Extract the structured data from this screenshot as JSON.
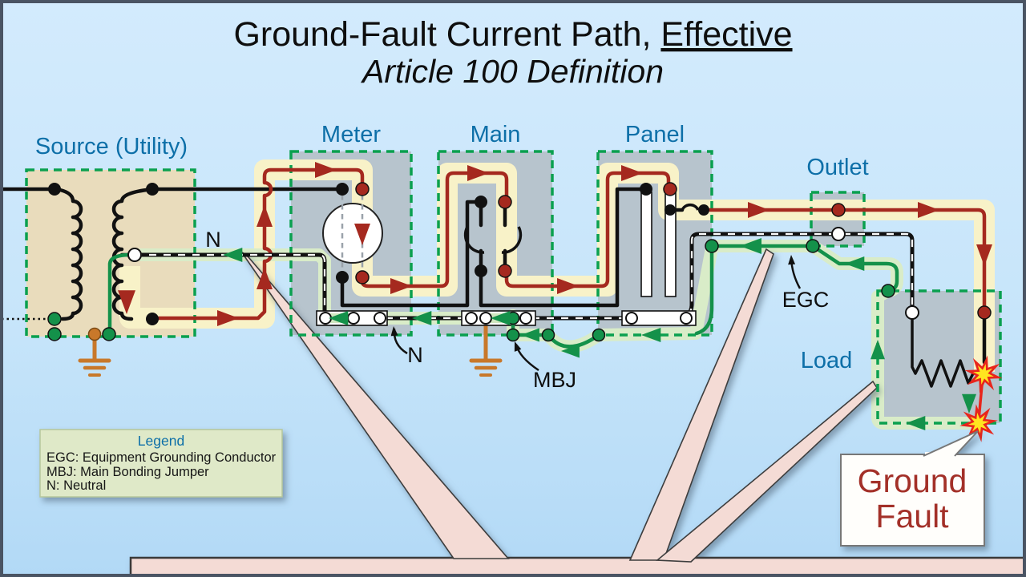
{
  "title": {
    "line1_prefix": "Ground-Fault Current Path, ",
    "line1_emphasis": "Effective",
    "line2": "Article 100 Definition"
  },
  "sections": {
    "source": "Source (Utility)",
    "meter": "Meter",
    "main": "Main",
    "panel": "Panel",
    "outlet": "Outlet",
    "load": "Load"
  },
  "annotations": {
    "n_source": "N",
    "n_bus": "N",
    "mbj": "MBJ",
    "egc": "EGC"
  },
  "callout": {
    "line1": "Ground",
    "line2": "Fault"
  },
  "legend": {
    "title": "Legend",
    "items": [
      "EGC: Equipment Grounding Conductor",
      "MBJ: Main Bonding Jumper",
      "N: Neutral"
    ]
  },
  "colors": {
    "bg-top": "#d3ebfd",
    "bg-bottom": "#b2d9f6",
    "box-gray": "#b7c4cd",
    "box-tan": "#e9dcbc",
    "green-border": "#0aa04f",
    "green-wire": "#14914a",
    "green-halo": "#d9ecc8",
    "red-wire": "#a5291f",
    "yellow-band": "#f8f2c8",
    "orange": "#c8782a",
    "label-blue": "#0d6fa8",
    "callout-red": "#a33028",
    "legend-bg": "#dfe9c8",
    "pink": "#f4dbd5",
    "star-yellow": "#ffe51f",
    "star-red": "#e8251c",
    "frame": "#4a5463"
  }
}
